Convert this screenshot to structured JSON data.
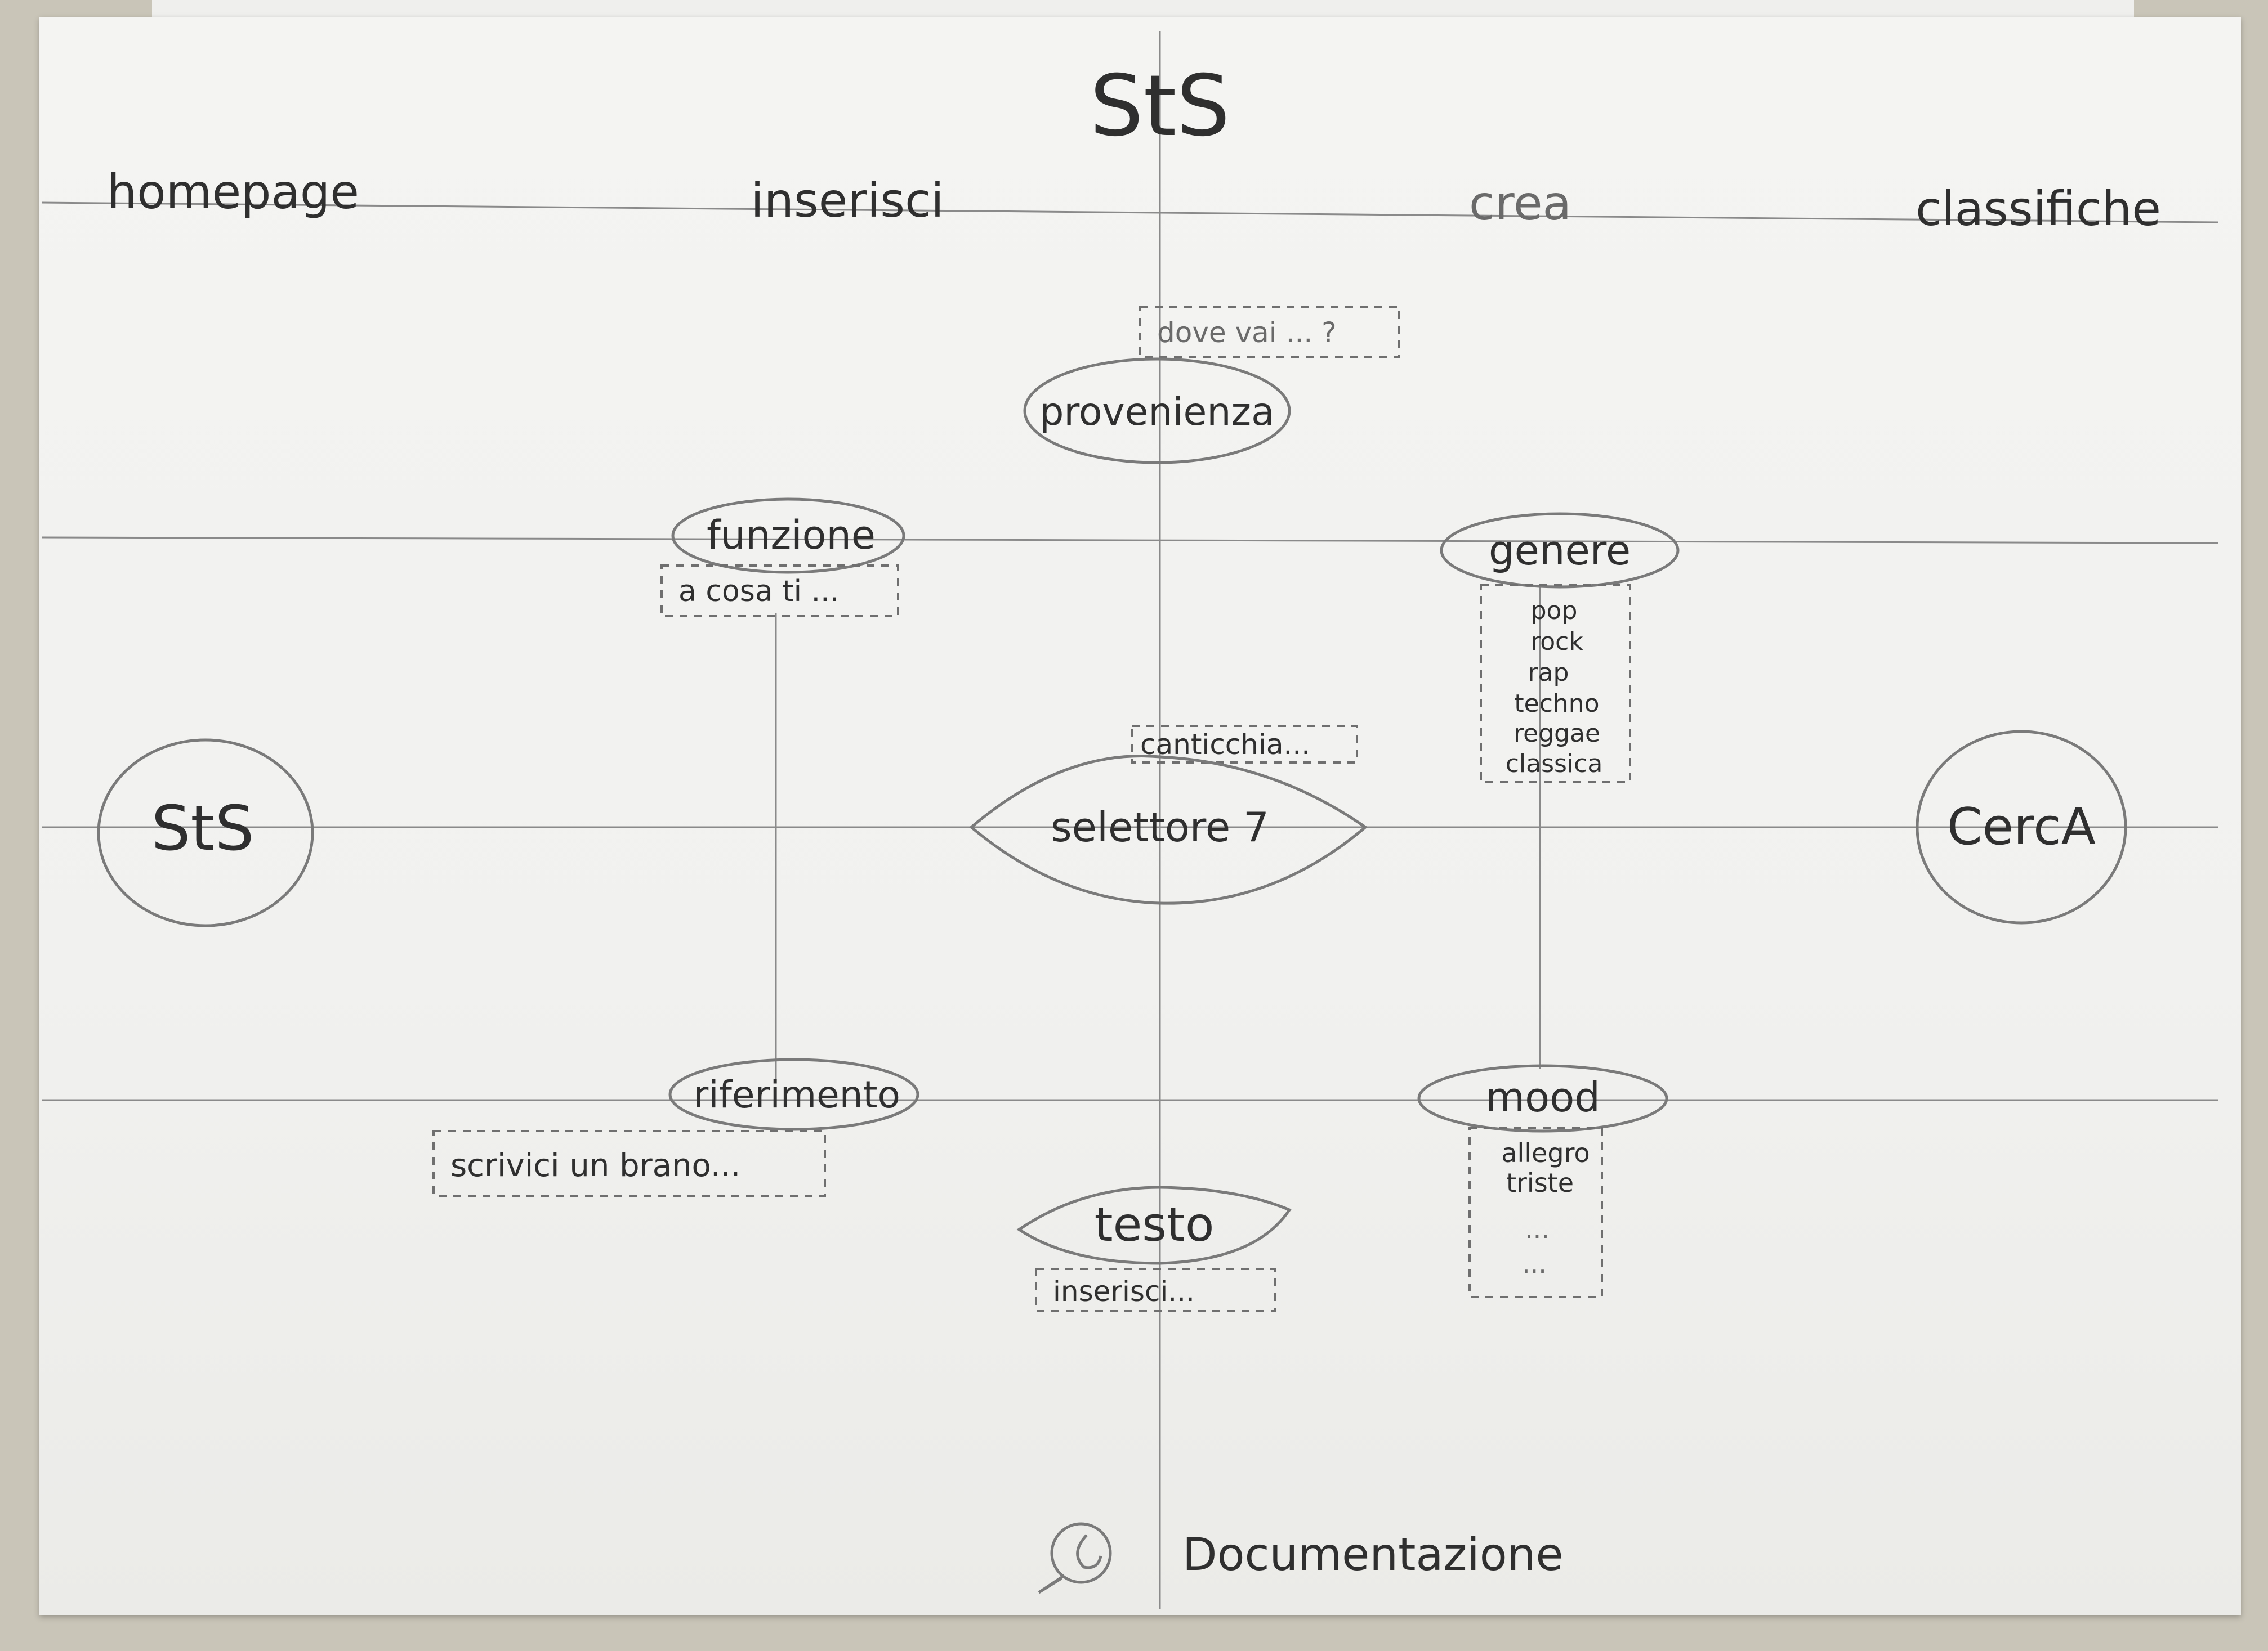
{
  "title": "StS",
  "nav": {
    "items": [
      {
        "label": "homepage"
      },
      {
        "label": "inserisci"
      },
      {
        "label": "crea"
      },
      {
        "label": "classifiche"
      }
    ]
  },
  "logo_circle": {
    "label": "StS"
  },
  "search_circle": {
    "label": "CercA"
  },
  "center": {
    "label": "selettore 7",
    "hint": "canticchia..."
  },
  "provenienza": {
    "label": "provenienza",
    "hint": "dove vai ... ?"
  },
  "funzione": {
    "label": "funzione",
    "hint": "a cosa ti ..."
  },
  "genere": {
    "label": "genere",
    "options": [
      "pop",
      "rock",
      "rap",
      "techno",
      "reggae",
      "classica"
    ]
  },
  "riferimento": {
    "label": "riferimento",
    "hint": "scrivici un brano..."
  },
  "mood": {
    "label": "mood",
    "options": [
      "allegro",
      "triste",
      "...",
      "..."
    ]
  },
  "testo": {
    "label": "testo",
    "hint": "inserisci..."
  },
  "footer": {
    "label": "Documentazione",
    "icon": "chat-bubble-icon"
  }
}
